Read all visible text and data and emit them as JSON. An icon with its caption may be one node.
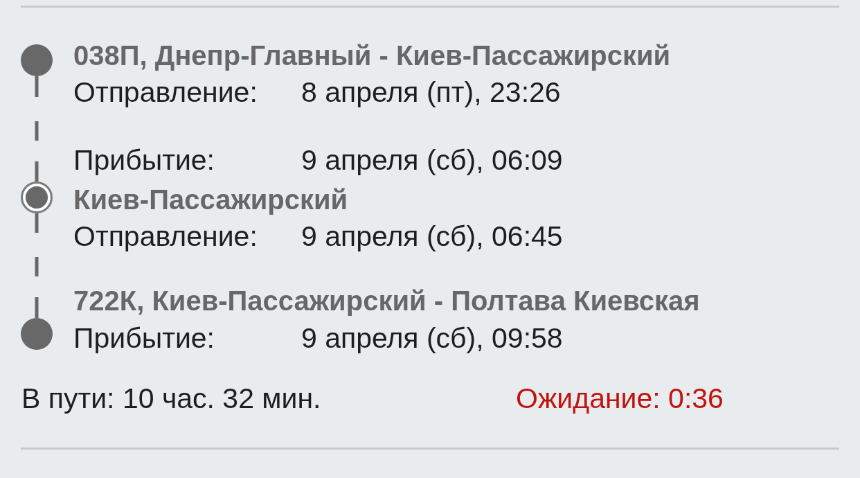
{
  "diagram": {
    "nodes": [
      {
        "text": [],
        "shape": "circle",
        "beside": [
          "038П, Днепр-Главный - Киев-Пассажирский",
          "Отправление:",
          "8 апреля (пт), 23:26"
        ]
      },
      {
        "text": [],
        "shape": "ring",
        "beside": [
          "Прибытие:",
          "9 апреля (сб), 06:09",
          "Киев-Пассажирский",
          "Отправление:",
          "9 апреля (сб), 06:45"
        ]
      },
      {
        "text": [],
        "shape": "circle",
        "beside": [
          "722К, Киев-Пассажирский - Полтава Киевская",
          "Прибытие:",
          "9 апреля (сб), 09:58"
        ]
      }
    ],
    "edges": [
      {
        "from": 0,
        "to": 1,
        "arrow": "none",
        "style": "dashed"
      },
      {
        "from": 1,
        "to": 2,
        "arrow": "none",
        "style": "dashed"
      }
    ],
    "labels": [
      "В пути: 10 час. 32 мин.",
      "Ожидание: 0:36"
    ]
  }
}
